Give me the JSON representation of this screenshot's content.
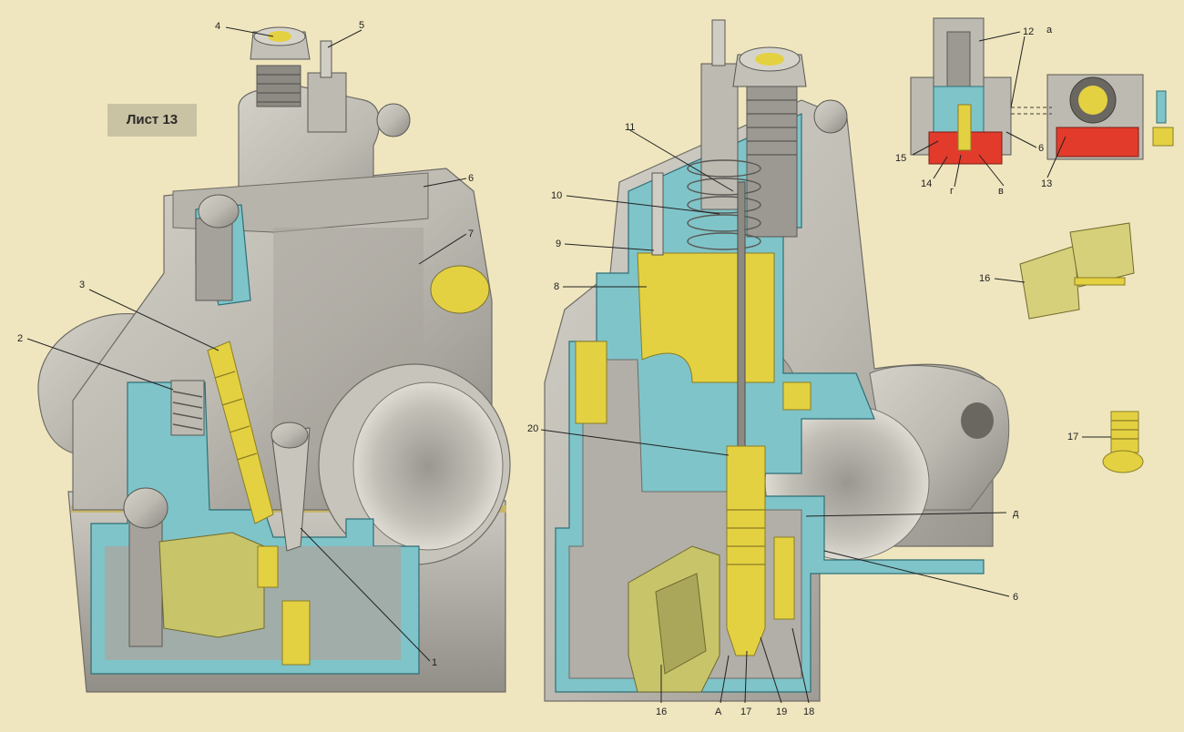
{
  "sheet": {
    "label": "Лист 13"
  },
  "colors": {
    "background": "#efe6bf",
    "metal": "#bdbab2",
    "metal_dark": "#8f8c86",
    "channel": "#7fc4c9",
    "yellow": "#e4d142",
    "olive": "#c8c46a",
    "red": "#e23b2b"
  },
  "callouts": {
    "n1": "1",
    "n2": "2",
    "n3": "3",
    "n4": "4",
    "n5": "5",
    "n6a": "6",
    "n6b": "6",
    "n6c": "6",
    "n7": "7",
    "n8": "8",
    "n9": "9",
    "n10": "10",
    "n11": "11",
    "n12": "12",
    "n13": "13",
    "n14": "14",
    "n15": "15",
    "n16a": "16",
    "n16b": "16",
    "n17a": "17",
    "n17b": "17",
    "n18": "18",
    "n19": "19",
    "n20": "20",
    "la": "а",
    "lv": "в",
    "lg": "г",
    "ld": "д",
    "lA": "А"
  }
}
